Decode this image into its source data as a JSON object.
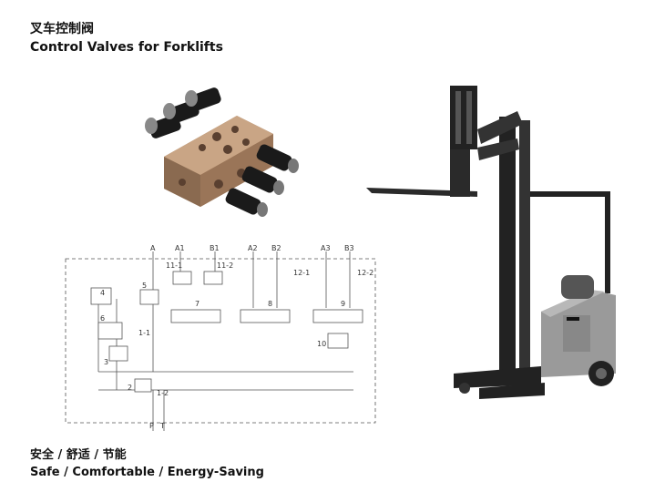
{
  "header": {
    "title_cn": "叉车控制阀",
    "title_en": "Control Valves for Forklifts"
  },
  "footer": {
    "tagline_cn": "安全 / 舒适 / 节能",
    "tagline_en": "Safe / Comfortable / Energy-Saving"
  },
  "schematic": {
    "port_labels": [
      "A",
      "A1",
      "B1",
      "A2",
      "B2",
      "A3",
      "B3"
    ],
    "component_labels": [
      "11-1",
      "11-2",
      "12-1",
      "12-2",
      "4",
      "5",
      "6",
      "1-1",
      "7",
      "8",
      "9",
      "10",
      "3",
      "2",
      "1-2",
      "P",
      "T"
    ]
  },
  "colors": {
    "valve_body": "#b08a6a",
    "solenoid": "#1a1a1a",
    "forklift_body": "#9a9a9a",
    "mast": "#222222",
    "schematic_line": "#555555"
  }
}
